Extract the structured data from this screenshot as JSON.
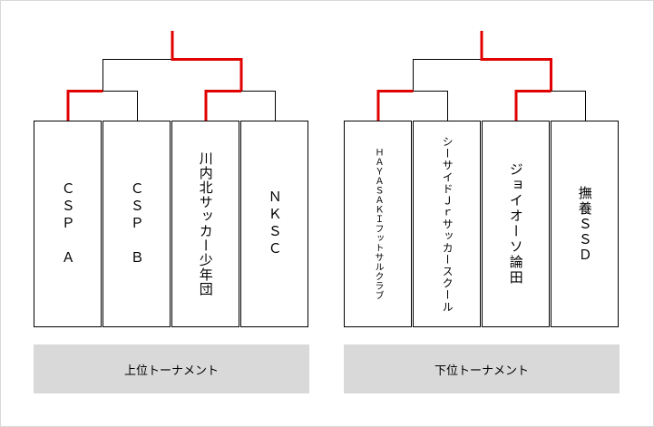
{
  "brackets": [
    {
      "label": "上位トーナメント",
      "teams": [
        "ＣＳＰ　Ａ",
        "ＣＳＰ　Ｂ",
        "川内北サッカー少年団",
        "ＮＫＳＣ"
      ]
    },
    {
      "label": "下位トーナメント",
      "teams": [
        "ＨＡＹＡＳＡＫＩフットサルクラブ",
        "シーサイドＪｒサッカースクール",
        "ジョイオーソ論田",
        "撫養ＳＳＤ"
      ]
    }
  ],
  "colors": {
    "winner_line": "#e00000",
    "line": "#000000",
    "label_bg": "#d9d9d9"
  }
}
